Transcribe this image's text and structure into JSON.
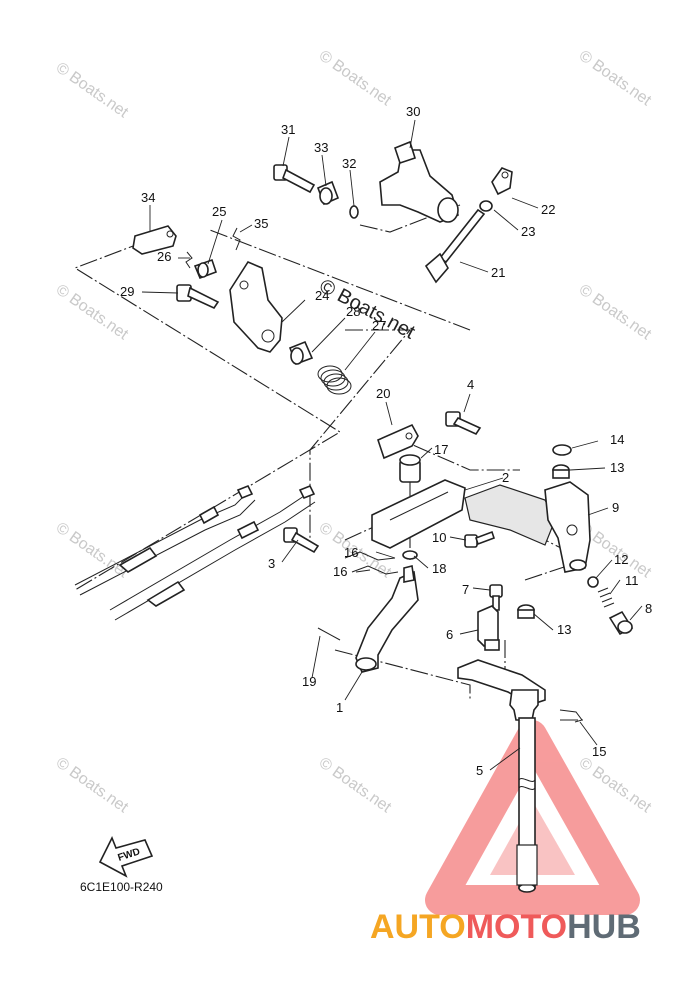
{
  "watermark": {
    "text": "© Boats.net"
  },
  "diagram_code": "6C1E100-R240",
  "fwd_label": "FWD",
  "brand": {
    "part1": "AUTO",
    "part2": "MOTO",
    "part3": "HUB",
    "color1": "#f5a623",
    "color2": "#ef5a5a",
    "color3": "#5f6b75"
  },
  "callouts": {
    "c1": "1",
    "c2": "2",
    "c3": "3",
    "c4": "4",
    "c5": "5",
    "c6": "6",
    "c7": "7",
    "c8": "8",
    "c9": "9",
    "c10": "10",
    "c11": "11",
    "c12": "12",
    "c13a": "13",
    "c13b": "13",
    "c14": "14",
    "c15": "15",
    "c16a": "16",
    "c16b": "16",
    "c17": "17",
    "c18": "18",
    "c19": "19",
    "c20": "20",
    "c21": "21",
    "c22": "22",
    "c23": "23",
    "c24": "24",
    "c25": "25",
    "c26": "26",
    "c27": "27",
    "c28": "28",
    "c29": "29",
    "c30": "30",
    "c31": "31",
    "c32": "32",
    "c33": "33",
    "c34": "34",
    "c35": "35"
  }
}
